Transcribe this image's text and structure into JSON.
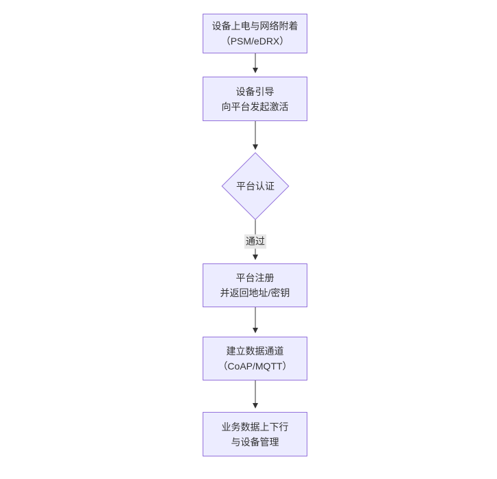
{
  "diagram": {
    "type": "flowchart-top-down",
    "background": "#ffffff",
    "colors": {
      "node_fill": "#ECECFF",
      "node_border": "#9370DB",
      "node_text": "#333333",
      "edge_line": "#333333",
      "edge_label_bg": "#e8e8e8",
      "edge_label_text": "#333333"
    },
    "nodes": [
      {
        "id": "attach",
        "shape": "rect",
        "lines": [
          "设备上电与网络附着",
          "（PSM/eDRX）"
        ]
      },
      {
        "id": "bootstrap",
        "shape": "rect",
        "lines": [
          "设备引导",
          "向平台发起激活"
        ]
      },
      {
        "id": "auth",
        "shape": "diamond",
        "lines": [
          "平台认证"
        ]
      },
      {
        "id": "register",
        "shape": "rect",
        "lines": [
          "平台注册",
          "并返回地址/密钥"
        ]
      },
      {
        "id": "channel",
        "shape": "rect",
        "lines": [
          "建立数据通道",
          "（CoAP/MQTT）"
        ]
      },
      {
        "id": "business",
        "shape": "rect",
        "lines": [
          "业务数据上下行",
          "与设备管理"
        ]
      }
    ],
    "edges": [
      {
        "from": "attach",
        "to": "bootstrap",
        "label": ""
      },
      {
        "from": "bootstrap",
        "to": "auth",
        "label": ""
      },
      {
        "from": "auth",
        "to": "register",
        "label": "通过"
      },
      {
        "from": "register",
        "to": "channel",
        "label": ""
      },
      {
        "from": "channel",
        "to": "business",
        "label": ""
      }
    ]
  }
}
